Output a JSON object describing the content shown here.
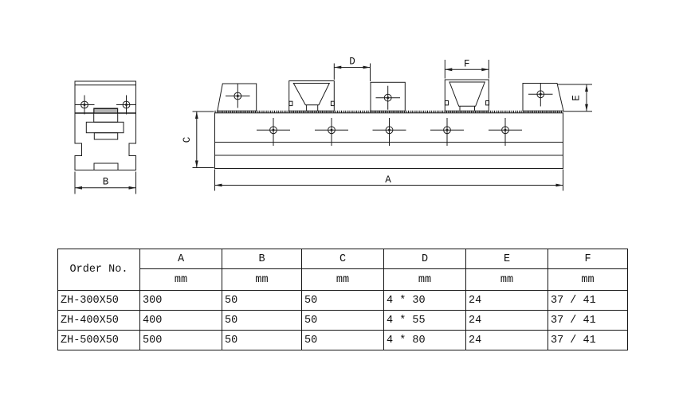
{
  "drawing": {
    "dim_labels": {
      "a": "A",
      "b": "B",
      "c": "C",
      "d": "D",
      "e": "E",
      "f": "F"
    }
  },
  "table": {
    "order_col_header": "Order No.",
    "columns": [
      "A",
      "B",
      "C",
      "D",
      "E",
      "F"
    ],
    "unit": "mm",
    "rows": [
      [
        "ZH-300X50",
        "300",
        "50",
        "50",
        "4 * 30",
        "24",
        "37 / 41"
      ],
      [
        "ZH-400X50",
        "400",
        "50",
        "50",
        "4 * 55",
        "24",
        "37 / 41"
      ],
      [
        "ZH-500X50",
        "500",
        "50",
        "50",
        "4 * 80",
        "24",
        "37 / 41"
      ]
    ]
  },
  "colors": {
    "line": "#1c1c1c",
    "background": "#ffffff",
    "pad_fill": "#b4b4b4"
  }
}
